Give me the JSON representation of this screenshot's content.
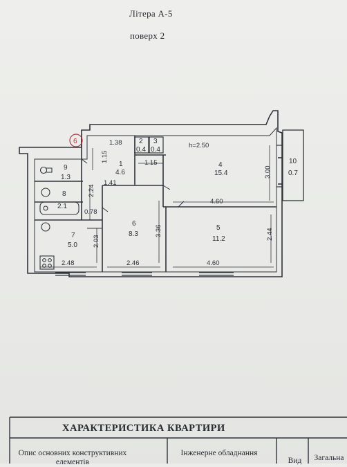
{
  "header": {
    "litera": "Літера   А-5",
    "poverkh": "поверх    2"
  },
  "circle_label": "6",
  "ceiling_height": "h=2.50",
  "rooms": [
    {
      "num": "1",
      "area": "4.6"
    },
    {
      "num": "2",
      "area": "0.4"
    },
    {
      "num": "3",
      "area": "0.4"
    },
    {
      "num": "4",
      "area": "15.4"
    },
    {
      "num": "5",
      "area": "11.2"
    },
    {
      "num": "6",
      "area": "8.3"
    },
    {
      "num": "7",
      "area": "5.0"
    },
    {
      "num": "8",
      "area": "2.1"
    },
    {
      "num": "9",
      "area": "1.3"
    },
    {
      "num": "10",
      "area": "0.7"
    }
  ],
  "dimensions": {
    "d_1_38": "1.38",
    "d_1_15_v": "1.15",
    "d_1_15_h": "1.15",
    "d_3_00": "3.00",
    "d_1_41": "1.41",
    "d_2_24": "2.24",
    "d_4_60_mid": "4.60",
    "d_0_78": "0.78",
    "d_3_36": "3.36",
    "d_2_44": "2.44",
    "d_2_03": "2.03",
    "d_2_48": "2.48",
    "d_2_46": "2.46",
    "d_4_60_bot": "4.60"
  },
  "table": {
    "title": "ХАРАКТЕРИСТИКА КВАРТИРИ",
    "col1_line1": "Опис основних конструктивних",
    "col1_line2": "елементів",
    "col2": "Інженерне обладнання",
    "col3": "Вид",
    "col4": "Загальна"
  },
  "colors": {
    "ink": "#2b2f36",
    "stamp_red": "#b0343c",
    "paper": "#ecedeb"
  }
}
